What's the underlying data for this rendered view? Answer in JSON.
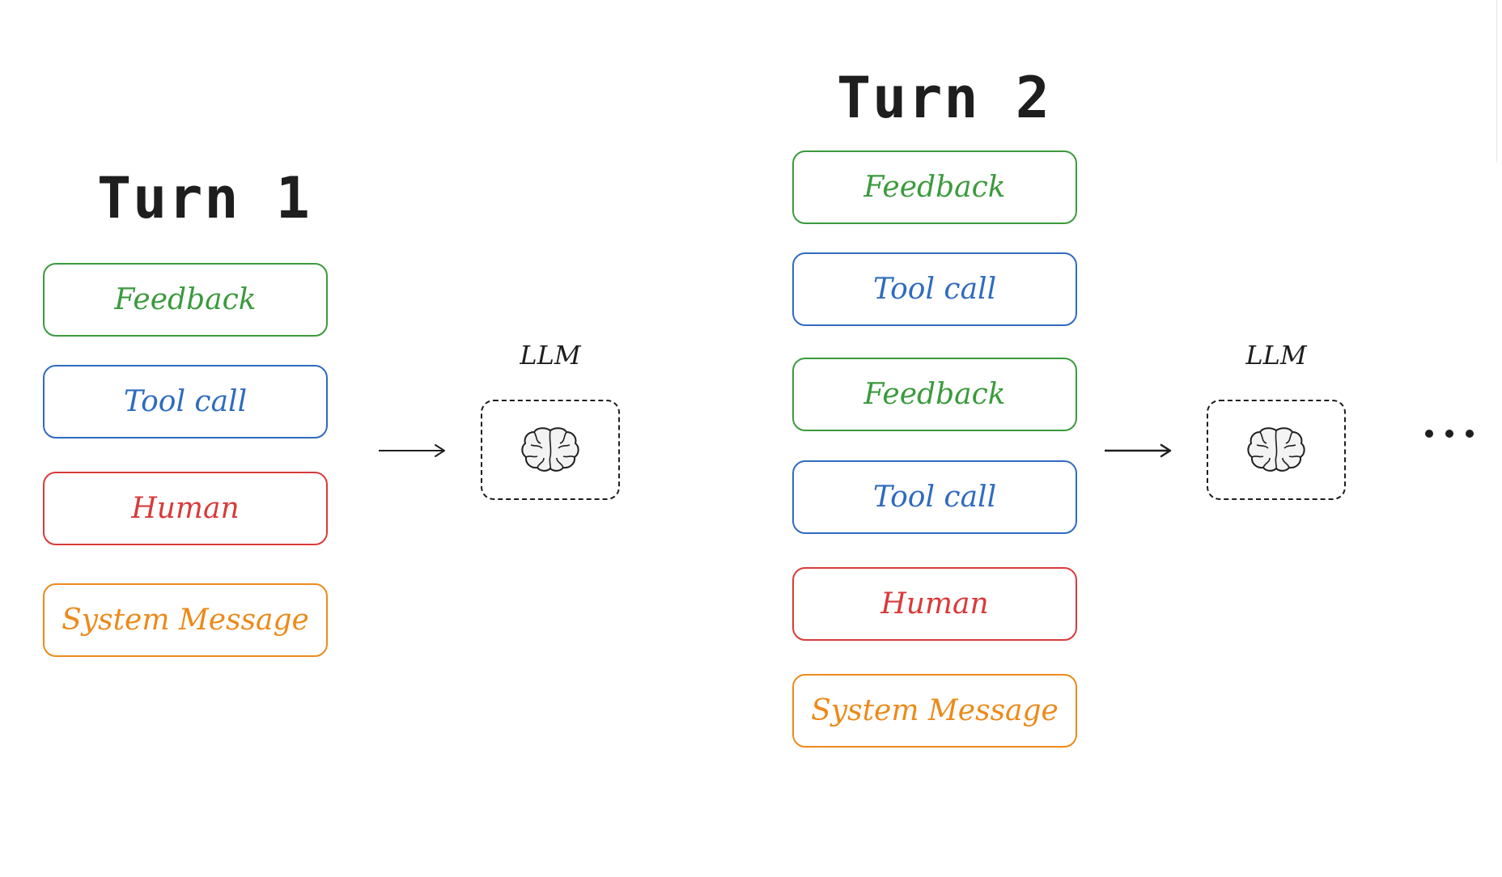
{
  "turns": [
    {
      "title": "Turn 1",
      "messages": [
        {
          "label": "Feedback",
          "color": "#3b9a3d"
        },
        {
          "label": "Tool call",
          "color": "#2f6bbf"
        },
        {
          "label": "Human",
          "color": "#d93a3a"
        },
        {
          "label": "System Message",
          "color": "#ec8a1a"
        }
      ],
      "llm_label": "LLM"
    },
    {
      "title": "Turn 2",
      "messages": [
        {
          "label": "Feedback",
          "color": "#3b9a3d"
        },
        {
          "label": "Tool call",
          "color": "#2f6bbf"
        },
        {
          "label": "Feedback",
          "color": "#3b9a3d"
        },
        {
          "label": "Tool call",
          "color": "#2f6bbf"
        },
        {
          "label": "Human",
          "color": "#d93a3a"
        },
        {
          "label": "System Message",
          "color": "#ec8a1a"
        }
      ],
      "llm_label": "LLM"
    }
  ],
  "icons": {
    "llm": "brain-icon",
    "flow": "arrow-right-icon",
    "continuation": "ellipsis-icon"
  },
  "colors": {
    "ink": "#1e1e1e",
    "feedback": "#3b9a3d",
    "tool_call": "#2f6bbf",
    "human": "#d93a3a",
    "system_message": "#ec8a1a"
  }
}
